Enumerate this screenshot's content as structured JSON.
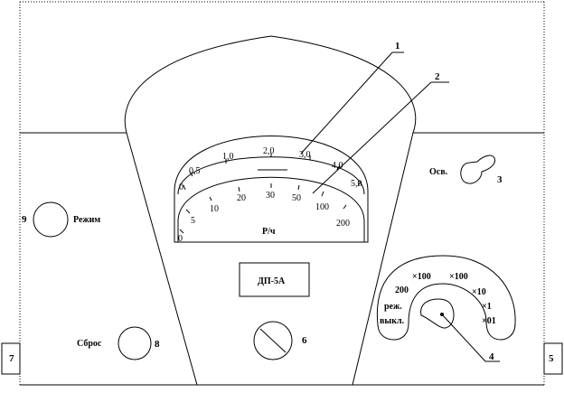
{
  "gauge": {
    "upper_scale": [
      "0",
      "0,5",
      "1,0",
      "2,0",
      "3,0",
      "4,0",
      "5,0"
    ],
    "lower_scale": [
      "0",
      "5",
      "10",
      "20",
      "30",
      "50",
      "100",
      "200"
    ],
    "unit": "Р/ч"
  },
  "device_label": "ДП-5А",
  "controls": {
    "mode_label": "Режим",
    "reset_label": "Сброс",
    "light_label": "Осв."
  },
  "range_switch": {
    "labels": [
      "×100",
      "×100",
      "200",
      "×10",
      "×1",
      "×01",
      "реж.",
      "выкл."
    ]
  },
  "callouts": [
    "1",
    "2",
    "3",
    "4",
    "5",
    "6",
    "7",
    "8",
    "9"
  ]
}
